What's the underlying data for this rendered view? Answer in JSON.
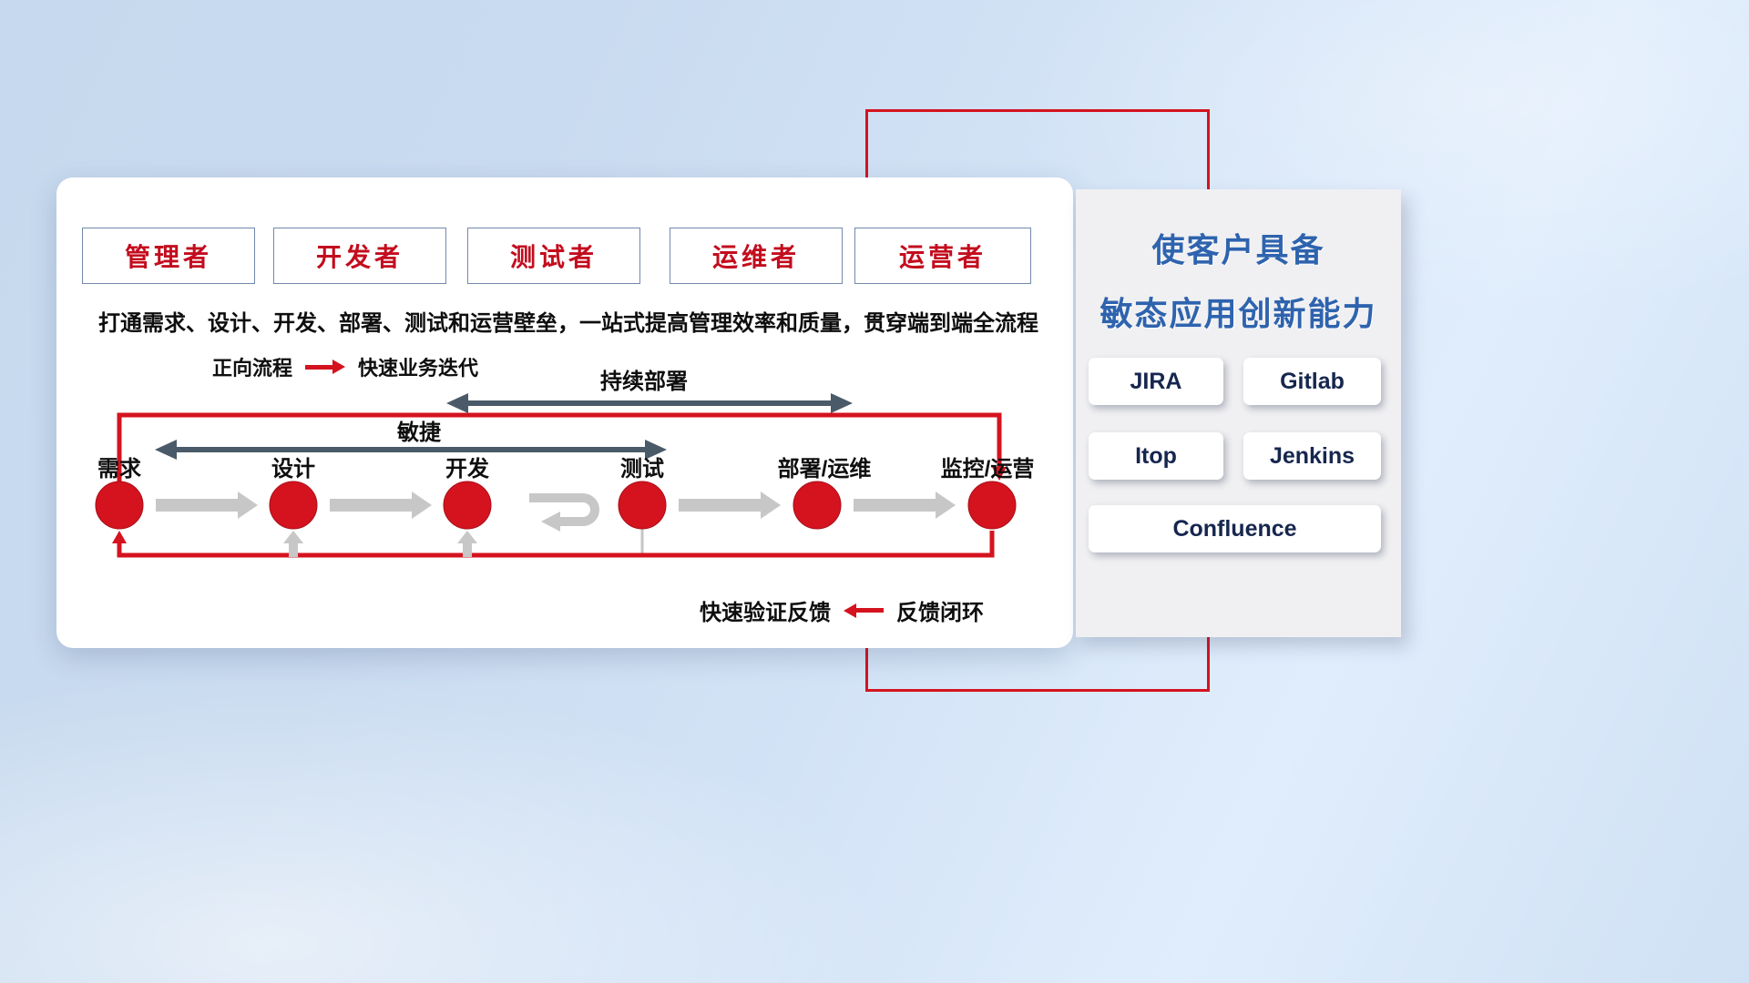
{
  "roles": [
    {
      "label": "管理者"
    },
    {
      "label": "开发者"
    },
    {
      "label": "测试者"
    },
    {
      "label": "运维者"
    },
    {
      "label": "运营者"
    }
  ],
  "subtitle": "打通需求、设计、开发、部署、测试和运营壁垒，一站式提高管理效率和质量，贯穿端到端全流程",
  "flow": {
    "forward_legend_label": "正向流程",
    "forward_legend_value": "快速业务迭代",
    "continuous_deploy_label": "持续部署",
    "agile_label": "敏捷",
    "feedback_legend_label": "快速验证反馈",
    "feedback_legend_value": "反馈闭环",
    "stages": [
      {
        "label": "需求"
      },
      {
        "label": "设计"
      },
      {
        "label": "开发"
      },
      {
        "label": "测试"
      },
      {
        "label": "部署/运维"
      },
      {
        "label": "监控/运营"
      }
    ]
  },
  "right_panel": {
    "title_line1": "使客户具备",
    "title_line2": "敏态应用创新能力",
    "tools": [
      {
        "label": "JIRA"
      },
      {
        "label": "Gitlab"
      },
      {
        "label": "Itop"
      },
      {
        "label": "Jenkins"
      },
      {
        "label": "Confluence"
      }
    ]
  },
  "colors": {
    "accent_red": "#d4131f",
    "title_blue": "#2e63ae",
    "role_text_red": "#c30d1e",
    "dark_arrow": "#4a5a68",
    "gray_arrow": "#c7c7c7",
    "tool_text": "#16264e"
  }
}
